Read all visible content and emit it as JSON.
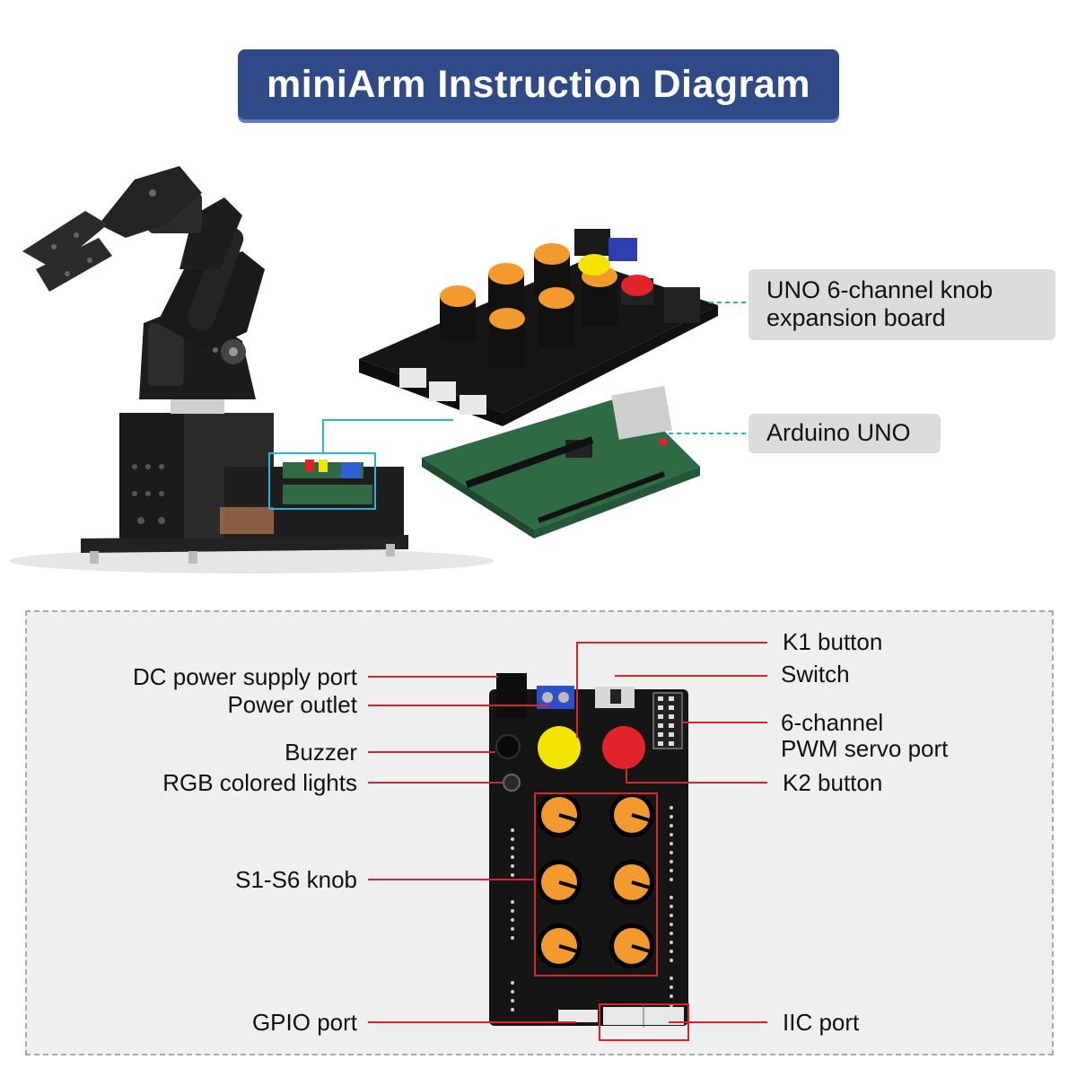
{
  "title": "miniArm Instruction Diagram",
  "top_labels": {
    "knob_board": "UNO 6-channel  knob expansion board",
    "arduino": "Arduino UNO"
  },
  "board_labels": {
    "dc_power": "DC power supply port",
    "power_outlet": "Power outlet",
    "buzzer": "Buzzer",
    "rgb_lights": "RGB colored lights",
    "knobs": "S1-S6 knob",
    "gpio": "GPIO port",
    "k1": "K1 button",
    "switch": "Switch",
    "pwm_line1": "6-channel",
    "pwm_line2": "PWM servo port",
    "k2": "K2 button",
    "iic": "IIC port"
  },
  "colors": {
    "banner": "#2f4a86",
    "leader_red": "#d9262b",
    "leader_cyan": "#2bb3d6",
    "knob_orange": "#f29a2e",
    "k1_yellow": "#f5e400",
    "k2_red": "#e0232a",
    "pcb_green": "#2e6b45",
    "board_black": "#151515"
  }
}
